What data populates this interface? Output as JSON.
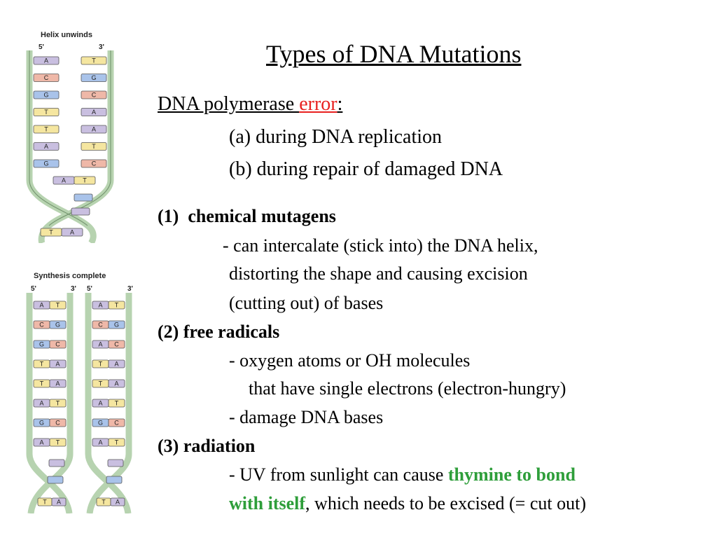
{
  "figure_top": {
    "label": "Helix unwinds",
    "five_prime": "5'",
    "three_prime": "3'",
    "pairs": [
      {
        "left": "A",
        "right": "T"
      },
      {
        "left": "C",
        "right": "G"
      },
      {
        "left": "G",
        "right": "C"
      },
      {
        "left": "T",
        "right": "A"
      },
      {
        "left": "T",
        "right": "A"
      },
      {
        "left": "A",
        "right": "T"
      },
      {
        "left": "G",
        "right": "C"
      },
      {
        "left": "A",
        "right": "T"
      },
      {
        "left": "T",
        "right": "A"
      }
    ]
  },
  "figure_bottom": {
    "label": "Synthesis complete",
    "five_prime_left": "5'",
    "three_prime_left": "3'",
    "five_prime_right": "5'",
    "three_prime_right": "3'",
    "left_pairs": [
      {
        "left": "A",
        "right": "T"
      },
      {
        "left": "C",
        "right": "G"
      },
      {
        "left": "G",
        "right": "C"
      },
      {
        "left": "T",
        "right": "A"
      },
      {
        "left": "T",
        "right": "A"
      },
      {
        "left": "A",
        "right": "T"
      },
      {
        "left": "G",
        "right": "C"
      },
      {
        "left": "A",
        "right": "T"
      },
      {
        "left": "T",
        "right": "A"
      }
    ],
    "right_pairs": [
      {
        "left": "A",
        "right": "T"
      },
      {
        "left": "C",
        "right": "G"
      },
      {
        "left": "A",
        "right": "C"
      },
      {
        "left": "T",
        "right": "A"
      },
      {
        "left": "T",
        "right": "A"
      },
      {
        "left": "A",
        "right": "T"
      },
      {
        "left": "G",
        "right": "C"
      },
      {
        "left": "A",
        "right": "T"
      },
      {
        "left": "T",
        "right": "A"
      }
    ]
  },
  "base_colors": {
    "A": "#c9bfe0",
    "T": "#f5e6a0",
    "G": "#a9c3ea",
    "C": "#efb8a8"
  },
  "title": "Types of DNA Mutations",
  "polymerase": {
    "heading": "DNA polymerase ",
    "error_word": "error",
    "colon": ":",
    "line_a": "(a) during DNA replication",
    "line_b": "(b) during repair of damaged DNA"
  },
  "items": [
    {
      "num": "(1)",
      "title": "chemical mutagens",
      "lines": [
        "- can intercalate (stick into) the DNA helix,",
        "distorting the shape and causing excision",
        "(cutting out) of bases"
      ]
    },
    {
      "num": "(2)",
      "title": "free radicals",
      "lines": [
        "- oxygen atoms or OH molecules",
        "that have single electrons (electron-hungry)",
        "- damage DNA bases"
      ]
    },
    {
      "num": "(3)",
      "title": "radiation",
      "line1_prefix": "- UV from sunlight can cause ",
      "line1_highlight": "thymine to bond",
      "line2_highlight": "with itself",
      "line2_suffix": ", which needs to be excised (= cut out)"
    }
  ]
}
